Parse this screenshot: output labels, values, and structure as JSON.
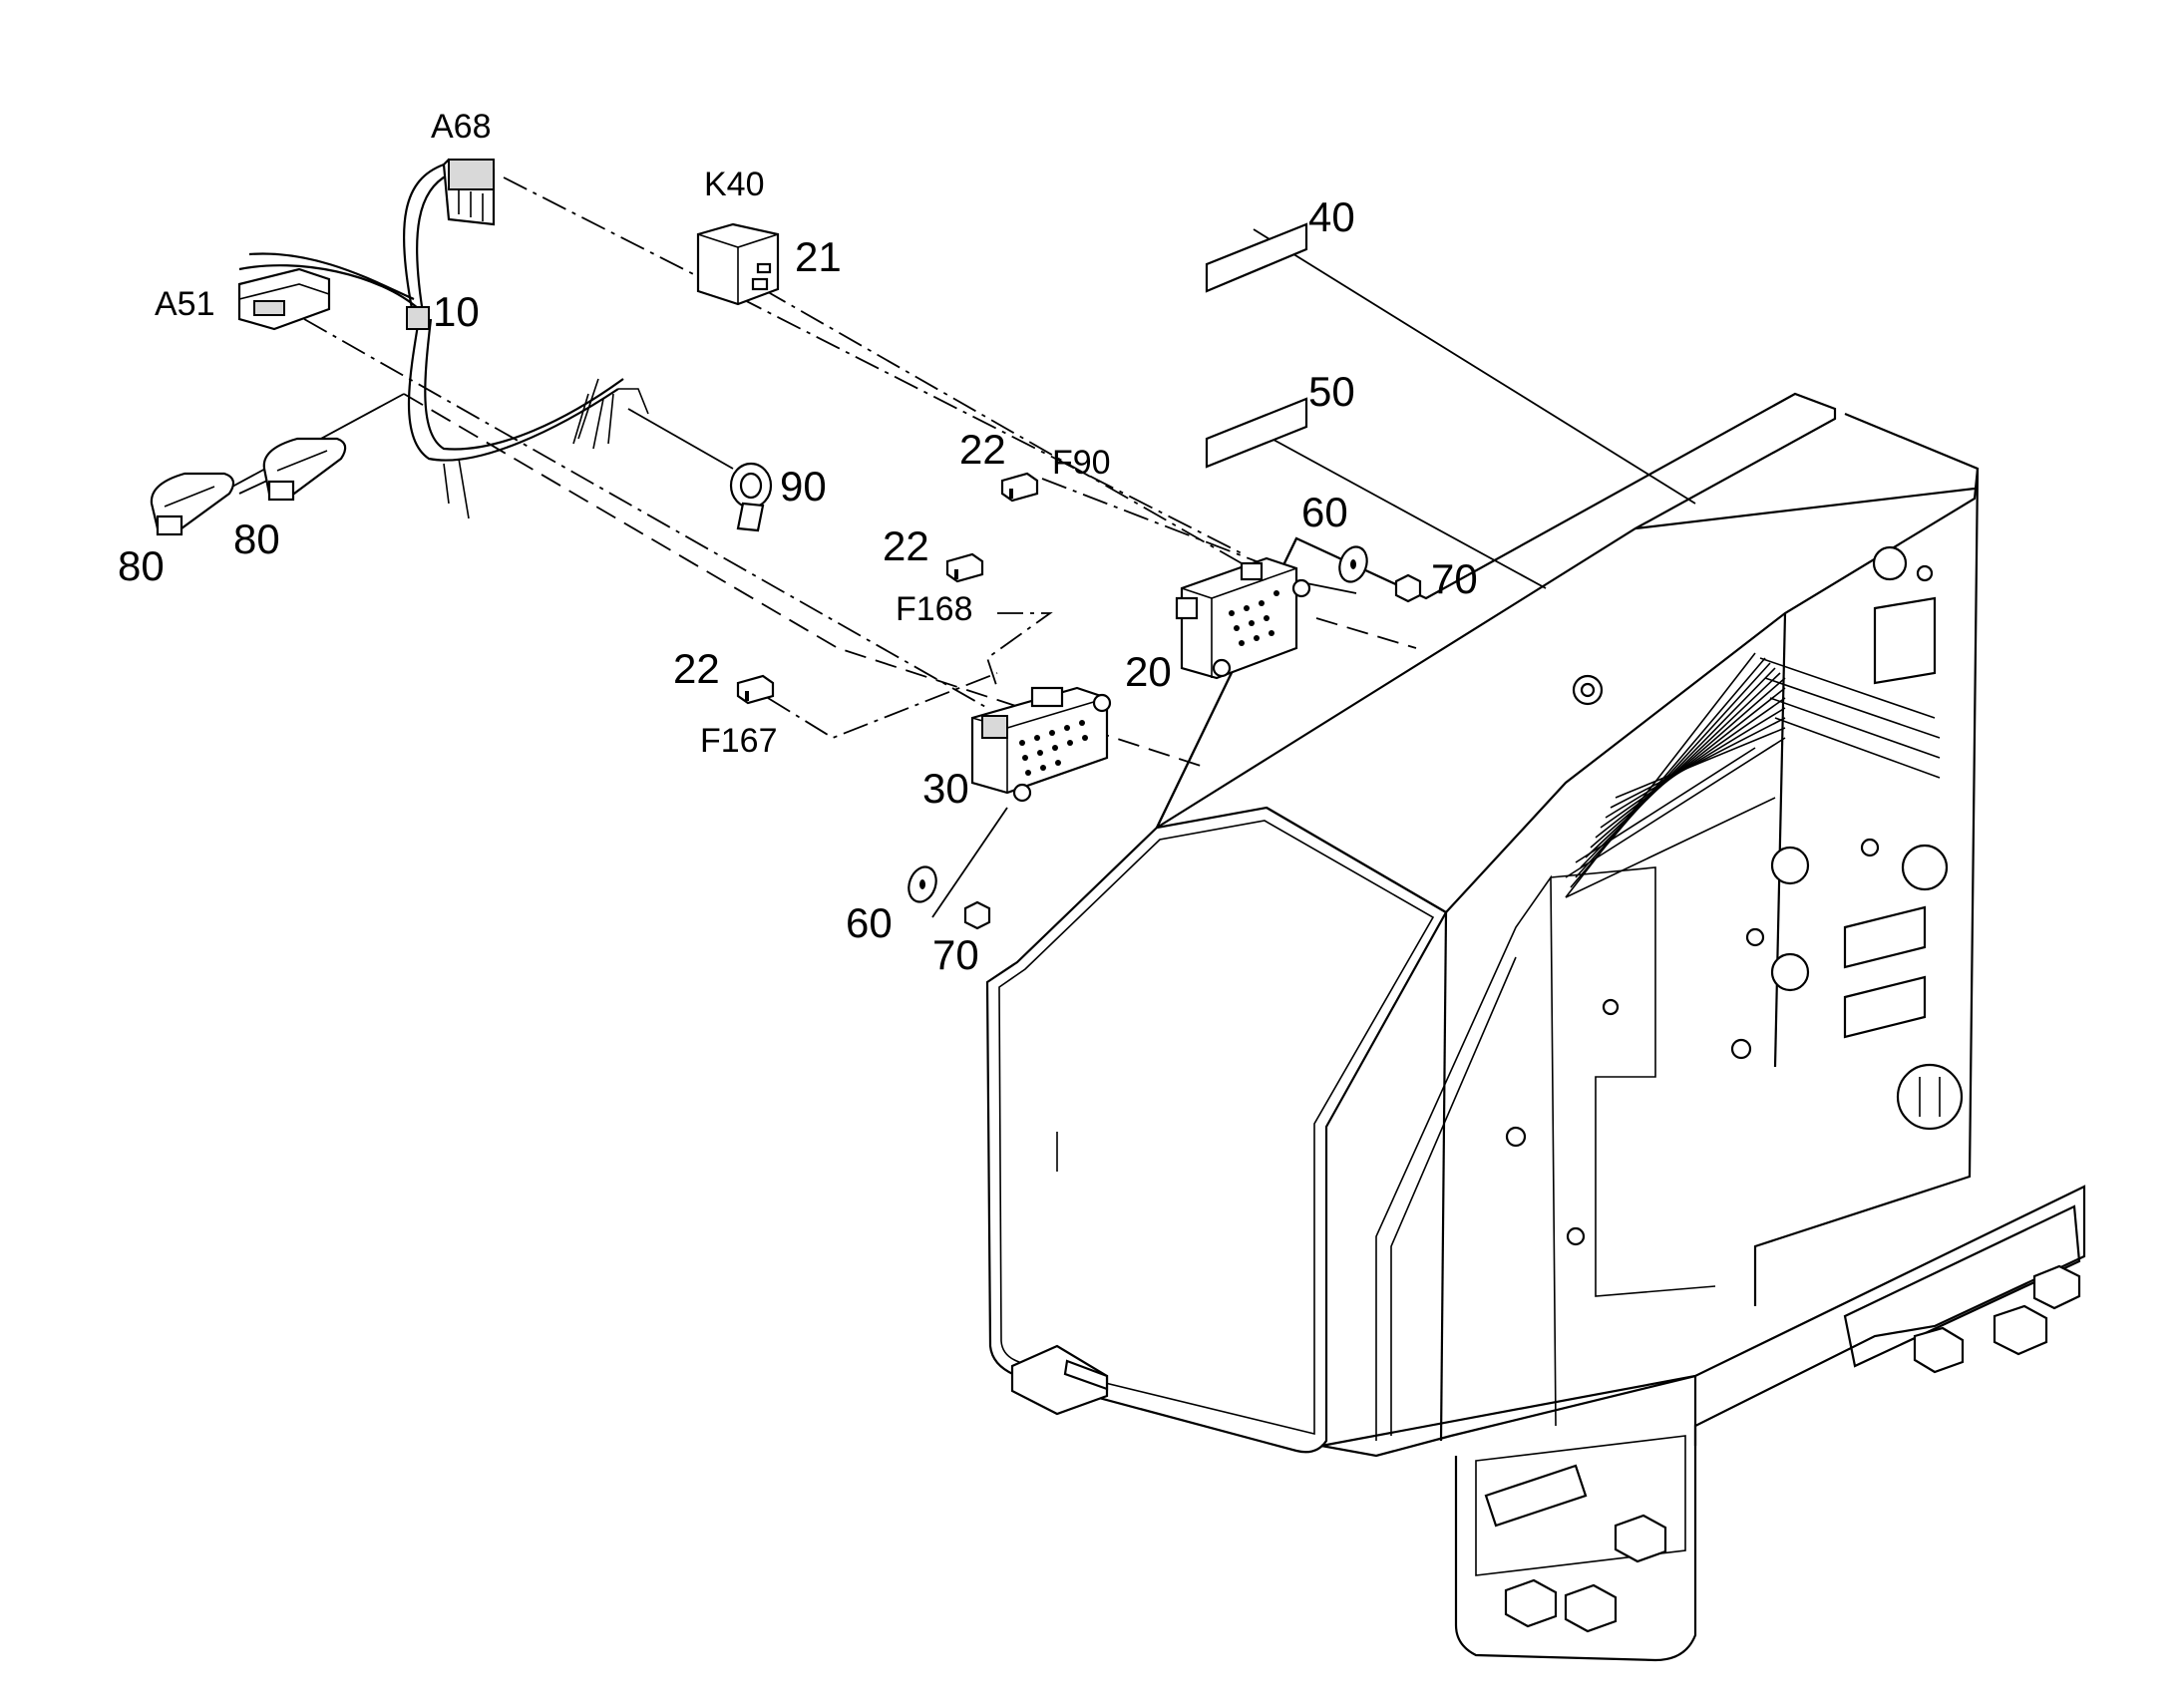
{
  "callouts": {
    "a68": "A68",
    "a51": "A51",
    "k40": "K40",
    "n10": "10",
    "n21": "21",
    "n40": "40",
    "n50": "50",
    "n60_top": "60",
    "n70_top": "70",
    "n20": "20",
    "n22_f90": "22",
    "f90": "F90",
    "n22_f168": "22",
    "f168": "F168",
    "n22_f167": "22",
    "f167": "F167",
    "n30": "30",
    "n60_bottom": "60",
    "n70_bottom": "70",
    "n90": "90",
    "n80_left": "80",
    "n80_right": "80"
  },
  "colors": {
    "line": "#000000",
    "background": "#ffffff",
    "shade": "#d9d9d9"
  }
}
